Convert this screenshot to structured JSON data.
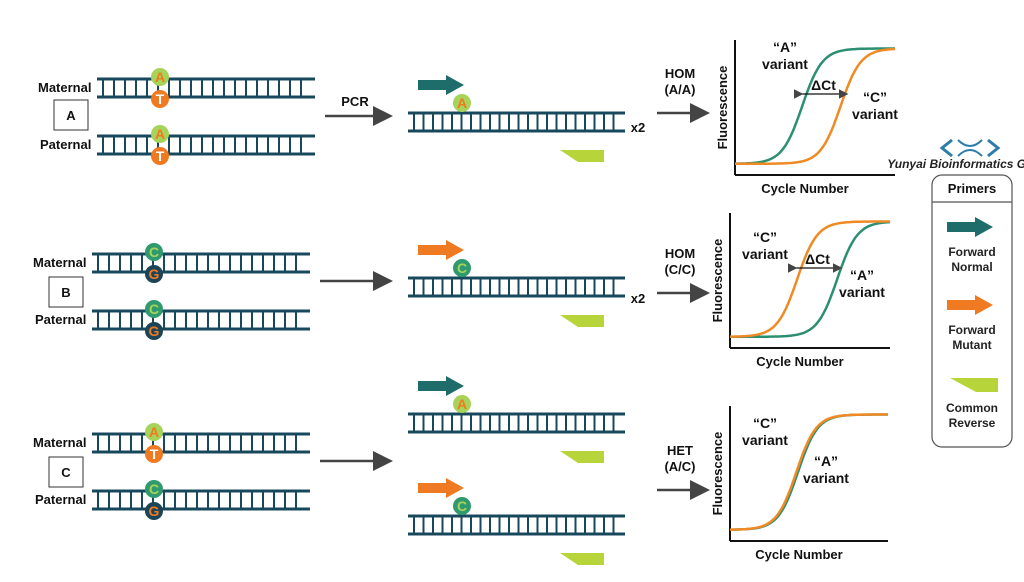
{
  "colors": {
    "dna_strand": "#18485c",
    "allele_A": "#a7d35a",
    "allele_T": "#f07a22",
    "allele_C": "#2f9a6f",
    "allele_G": "#1d4558",
    "forward_normal": "#1e6d6b",
    "forward_mutant": "#f07a22",
    "common_reverse": "#b7d53a",
    "curve_A": "#2b8f72",
    "curve_C": "#ef8a24",
    "arrow": "#444444"
  },
  "rows": [
    {
      "box_label": "A",
      "maternal_label": "Maternal",
      "paternal_label": "Paternal",
      "maternal_bases": [
        "A",
        "T"
      ],
      "paternal_bases": [
        "A",
        "T"
      ],
      "pcr_label": "PCR",
      "multiplier": "x2",
      "genotype": "HOM",
      "genotype_alleles": "(A/A)",
      "products": [
        {
          "primer": "forward_normal",
          "base": "A"
        }
      ],
      "chart": {
        "ylabel": "Fluorescence",
        "xlabel": "Cycle Number",
        "delta_label": "ΔCt",
        "left_label": [
          "“A”",
          "variant"
        ],
        "right_label": [
          "“C”",
          "variant"
        ]
      }
    },
    {
      "box_label": "B",
      "maternal_label": "Maternal",
      "paternal_label": "Paternal",
      "maternal_bases": [
        "C",
        "G"
      ],
      "paternal_bases": [
        "C",
        "G"
      ],
      "pcr_label": "",
      "multiplier": "x2",
      "genotype": "HOM",
      "genotype_alleles": "(C/C)",
      "products": [
        {
          "primer": "forward_mutant",
          "base": "C"
        }
      ],
      "chart": {
        "ylabel": "Fluorescence",
        "xlabel": "Cycle Number",
        "delta_label": "ΔCt",
        "left_label": [
          "“C”",
          "variant"
        ],
        "right_label": [
          "“A”",
          "variant"
        ]
      }
    },
    {
      "box_label": "C",
      "maternal_label": "Maternal",
      "paternal_label": "Paternal",
      "maternal_bases": [
        "A",
        "T"
      ],
      "paternal_bases": [
        "C",
        "G"
      ],
      "pcr_label": "",
      "multiplier": "",
      "genotype": "HET",
      "genotype_alleles": "(A/C)",
      "products": [
        {
          "primer": "forward_normal",
          "base": "A"
        },
        {
          "primer": "forward_mutant",
          "base": "C"
        }
      ],
      "chart": {
        "ylabel": "Fluorescence",
        "xlabel": "Cycle Number",
        "delta_label": "",
        "left_label": [
          "“C”",
          "variant"
        ],
        "right_label": [
          "“A”",
          "variant"
        ]
      }
    }
  ],
  "legend": {
    "title": "Primers",
    "items": [
      {
        "key": "forward_normal",
        "label": [
          "Forward",
          "Normal"
        ]
      },
      {
        "key": "forward_mutant",
        "label": [
          "Forward",
          "Mutant"
        ]
      },
      {
        "key": "common_reverse",
        "label": [
          "Common",
          "Reverse"
        ]
      }
    ]
  },
  "logo": {
    "icon": "dna-double-helix-logo",
    "text": "Yunyai Bioinformatics Group"
  }
}
